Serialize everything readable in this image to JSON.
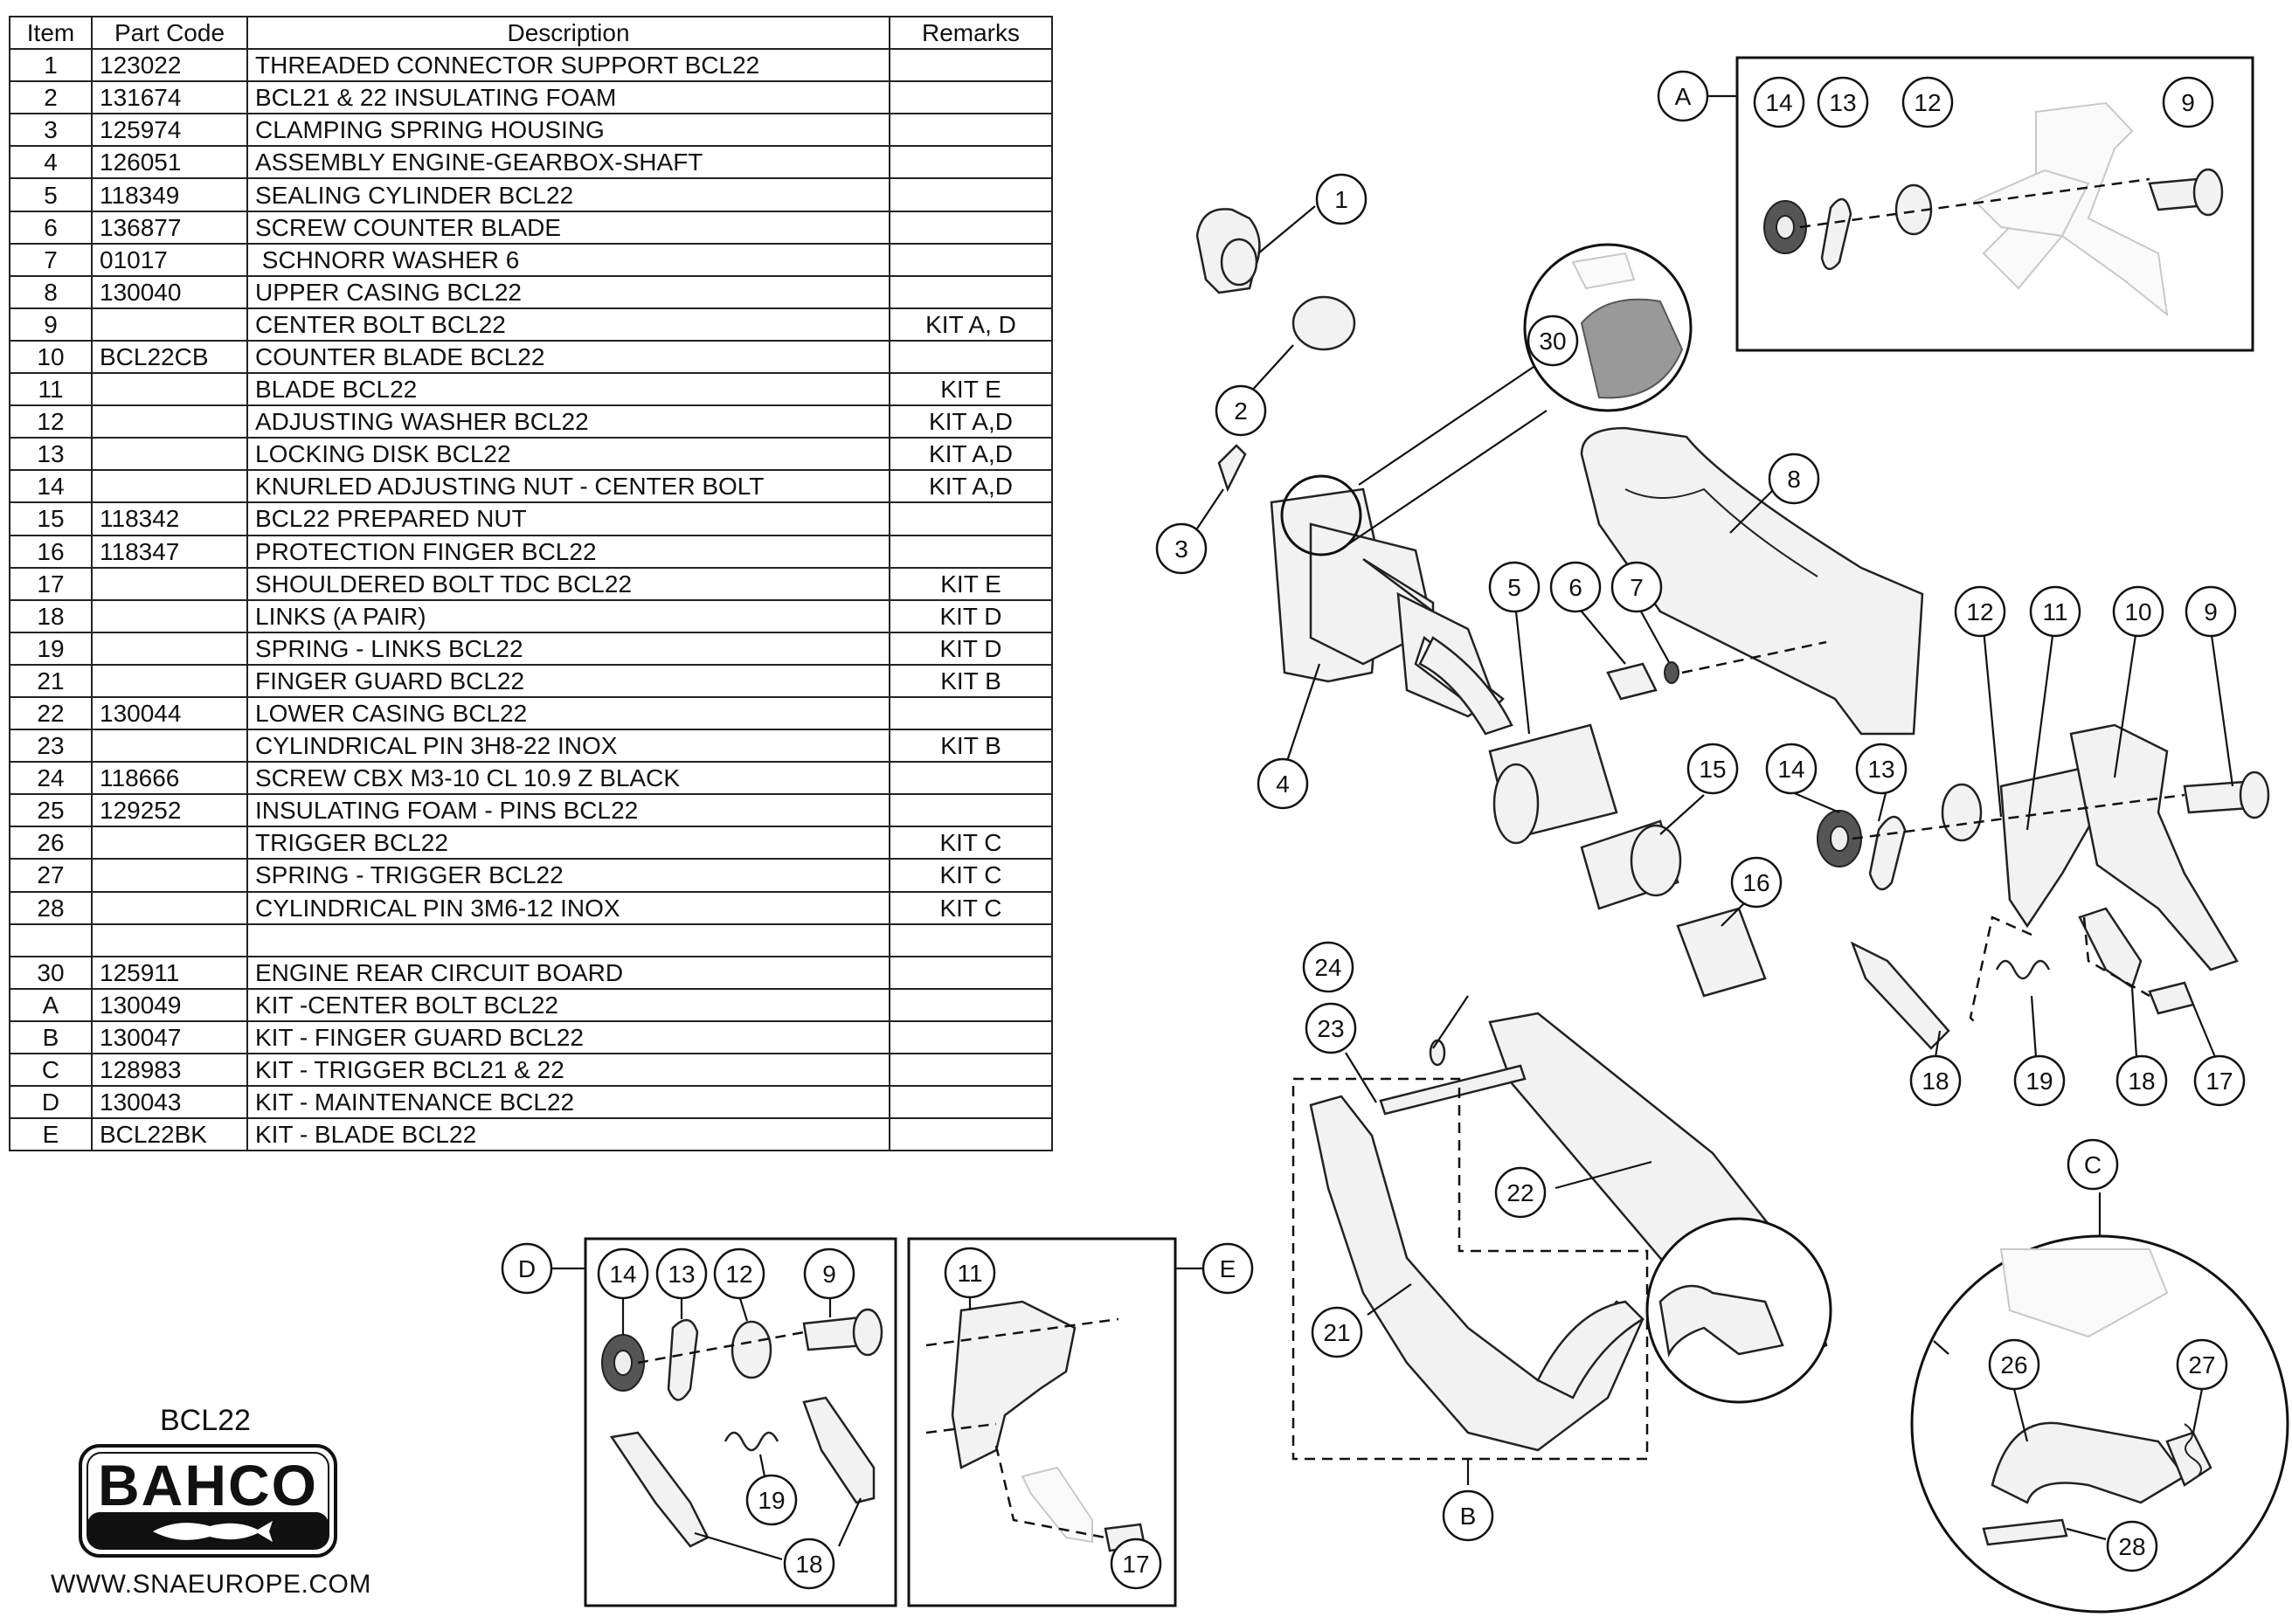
{
  "table": {
    "headers": [
      "Item",
      "Part Code",
      "Description",
      "Remarks"
    ],
    "rows": [
      [
        "1",
        "123022",
        "THREADED CONNECTOR SUPPORT BCL22",
        ""
      ],
      [
        "2",
        "131674",
        "BCL21 & 22 INSULATING FOAM",
        ""
      ],
      [
        "3",
        "125974",
        "CLAMPING SPRING HOUSING",
        ""
      ],
      [
        "4",
        "126051",
        "ASSEMBLY ENGINE-GEARBOX-SHAFT",
        ""
      ],
      [
        "5",
        "118349",
        "SEALING CYLINDER BCL22",
        ""
      ],
      [
        "6",
        "136877",
        "SCREW COUNTER BLADE",
        ""
      ],
      [
        "7",
        "01017",
        " SCHNORR WASHER 6",
        ""
      ],
      [
        "8",
        "130040",
        "UPPER CASING BCL22",
        ""
      ],
      [
        "9",
        "",
        "CENTER BOLT BCL22",
        "KIT A, D"
      ],
      [
        "10",
        "BCL22CB",
        "COUNTER BLADE BCL22",
        ""
      ],
      [
        "11",
        "",
        "BLADE BCL22",
        "KIT E"
      ],
      [
        "12",
        "",
        "ADJUSTING WASHER BCL22",
        "KIT A,D"
      ],
      [
        "13",
        "",
        "LOCKING DISK BCL22",
        "KIT A,D"
      ],
      [
        "14",
        "",
        "KNURLED ADJUSTING NUT - CENTER BOLT",
        "KIT A,D"
      ],
      [
        "15",
        "118342",
        "BCL22 PREPARED NUT",
        ""
      ],
      [
        "16",
        "118347",
        "PROTECTION FINGER BCL22",
        ""
      ],
      [
        "17",
        "",
        "SHOULDERED BOLT TDC BCL22",
        "KIT E"
      ],
      [
        "18",
        "",
        "LINKS (A PAIR)",
        "KIT D"
      ],
      [
        "19",
        "",
        "SPRING - LINKS BCL22",
        "KIT D"
      ],
      [
        "21",
        "",
        "FINGER GUARD BCL22",
        "KIT B"
      ],
      [
        "22",
        "130044",
        "LOWER CASING BCL22",
        ""
      ],
      [
        "23",
        "",
        "CYLINDRICAL PIN 3H8-22 INOX",
        "KIT B"
      ],
      [
        "24",
        "118666",
        "SCREW CBX M3-10 CL 10.9 Z BLACK",
        ""
      ],
      [
        "25",
        "129252",
        "INSULATING FOAM - PINS BCL22",
        ""
      ],
      [
        "26",
        "",
        "TRIGGER BCL22",
        "KIT C"
      ],
      [
        "27",
        "",
        "SPRING - TRIGGER BCL22",
        "KIT C"
      ],
      [
        "28",
        "",
        "CYLINDRICAL PIN 3M6-12 INOX",
        "KIT C"
      ],
      [
        "",
        "",
        "",
        ""
      ],
      [
        "30",
        "125911",
        "ENGINE REAR CIRCUIT BOARD",
        ""
      ],
      [
        "A",
        "130049",
        "KIT -CENTER BOLT BCL22",
        ""
      ],
      [
        "B",
        "130047",
        "KIT - FINGER GUARD BCL22",
        ""
      ],
      [
        "C",
        "128983",
        "KIT - TRIGGER BCL21 & 22",
        ""
      ],
      [
        "D",
        "130043",
        "KIT - MAINTENANCE BCL22",
        ""
      ],
      [
        "E",
        "BCL22BK",
        "KIT - BLADE BCL22",
        ""
      ]
    ]
  },
  "model": "BCL22",
  "brand": "BAHCO",
  "website": "WWW.SNAEUROPE.COM",
  "callouts": {
    "c1": "1",
    "c2": "2",
    "c3": "3",
    "c4": "4",
    "c5": "5",
    "c6": "6",
    "c7": "7",
    "c8": "8",
    "c30": "30",
    "c15": "15",
    "c16": "16",
    "a_label": "A",
    "a14": "14",
    "a13": "13",
    "a12": "12",
    "a9": "9",
    "m12": "12",
    "m11": "11",
    "m10": "10",
    "m9": "9",
    "m14": "14",
    "m13": "13",
    "m18a": "18",
    "m19": "19",
    "m18b": "18",
    "m17": "17",
    "c24": "24",
    "c23": "23",
    "c22": "22",
    "c21": "21",
    "b_label": "B",
    "c_label": "C",
    "c26": "26",
    "c27": "27",
    "c28": "28",
    "d_label": "D",
    "d14": "14",
    "d13": "13",
    "d12": "12",
    "d9": "9",
    "d19": "19",
    "d18": "18",
    "e_label": "E",
    "e11": "11",
    "e17": "17"
  }
}
